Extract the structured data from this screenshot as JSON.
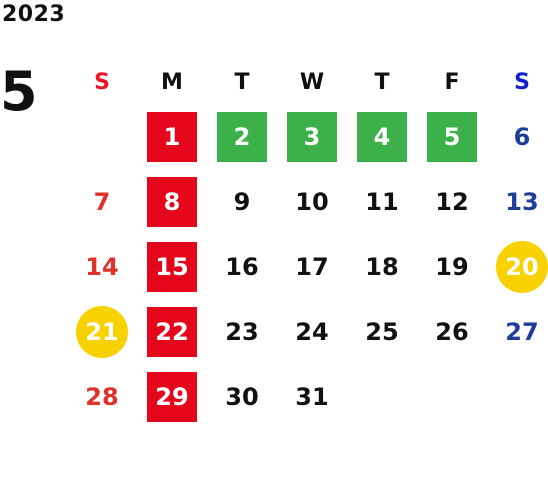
{
  "year": "2023",
  "month": "5",
  "weekdays": [
    "S",
    "M",
    "T",
    "W",
    "T",
    "F",
    "S"
  ],
  "weeks": [
    [
      {
        "day": "",
        "style": "none"
      },
      {
        "day": "1",
        "style": "bg-red"
      },
      {
        "day": "2",
        "style": "bg-green"
      },
      {
        "day": "3",
        "style": "bg-green"
      },
      {
        "day": "4",
        "style": "bg-green"
      },
      {
        "day": "5",
        "style": "bg-green"
      },
      {
        "day": "6",
        "style": "blue"
      }
    ],
    [
      {
        "day": "7",
        "style": "red"
      },
      {
        "day": "8",
        "style": "bg-red"
      },
      {
        "day": "9",
        "style": "black"
      },
      {
        "day": "10",
        "style": "black"
      },
      {
        "day": "11",
        "style": "black"
      },
      {
        "day": "12",
        "style": "black"
      },
      {
        "day": "13",
        "style": "blue"
      }
    ],
    [
      {
        "day": "14",
        "style": "red"
      },
      {
        "day": "15",
        "style": "bg-red"
      },
      {
        "day": "16",
        "style": "black"
      },
      {
        "day": "17",
        "style": "black"
      },
      {
        "day": "18",
        "style": "black"
      },
      {
        "day": "19",
        "style": "black"
      },
      {
        "day": "20",
        "style": "circle"
      }
    ],
    [
      {
        "day": "21",
        "style": "circle"
      },
      {
        "day": "22",
        "style": "bg-red"
      },
      {
        "day": "23",
        "style": "black"
      },
      {
        "day": "24",
        "style": "black"
      },
      {
        "day": "25",
        "style": "black"
      },
      {
        "day": "26",
        "style": "black"
      },
      {
        "day": "27",
        "style": "blue"
      }
    ],
    [
      {
        "day": "28",
        "style": "red"
      },
      {
        "day": "29",
        "style": "bg-red"
      },
      {
        "day": "30",
        "style": "black"
      },
      {
        "day": "31",
        "style": "black"
      },
      {
        "day": "",
        "style": "none"
      },
      {
        "day": "",
        "style": "none"
      },
      {
        "day": "",
        "style": "none"
      }
    ]
  ],
  "colors": {
    "sunday_text": "#e8152a",
    "saturday_text": "#0f1fd0",
    "red_box": "#e4061b",
    "green_box": "#3cb14a",
    "yellow_circle": "#f7d100"
  }
}
